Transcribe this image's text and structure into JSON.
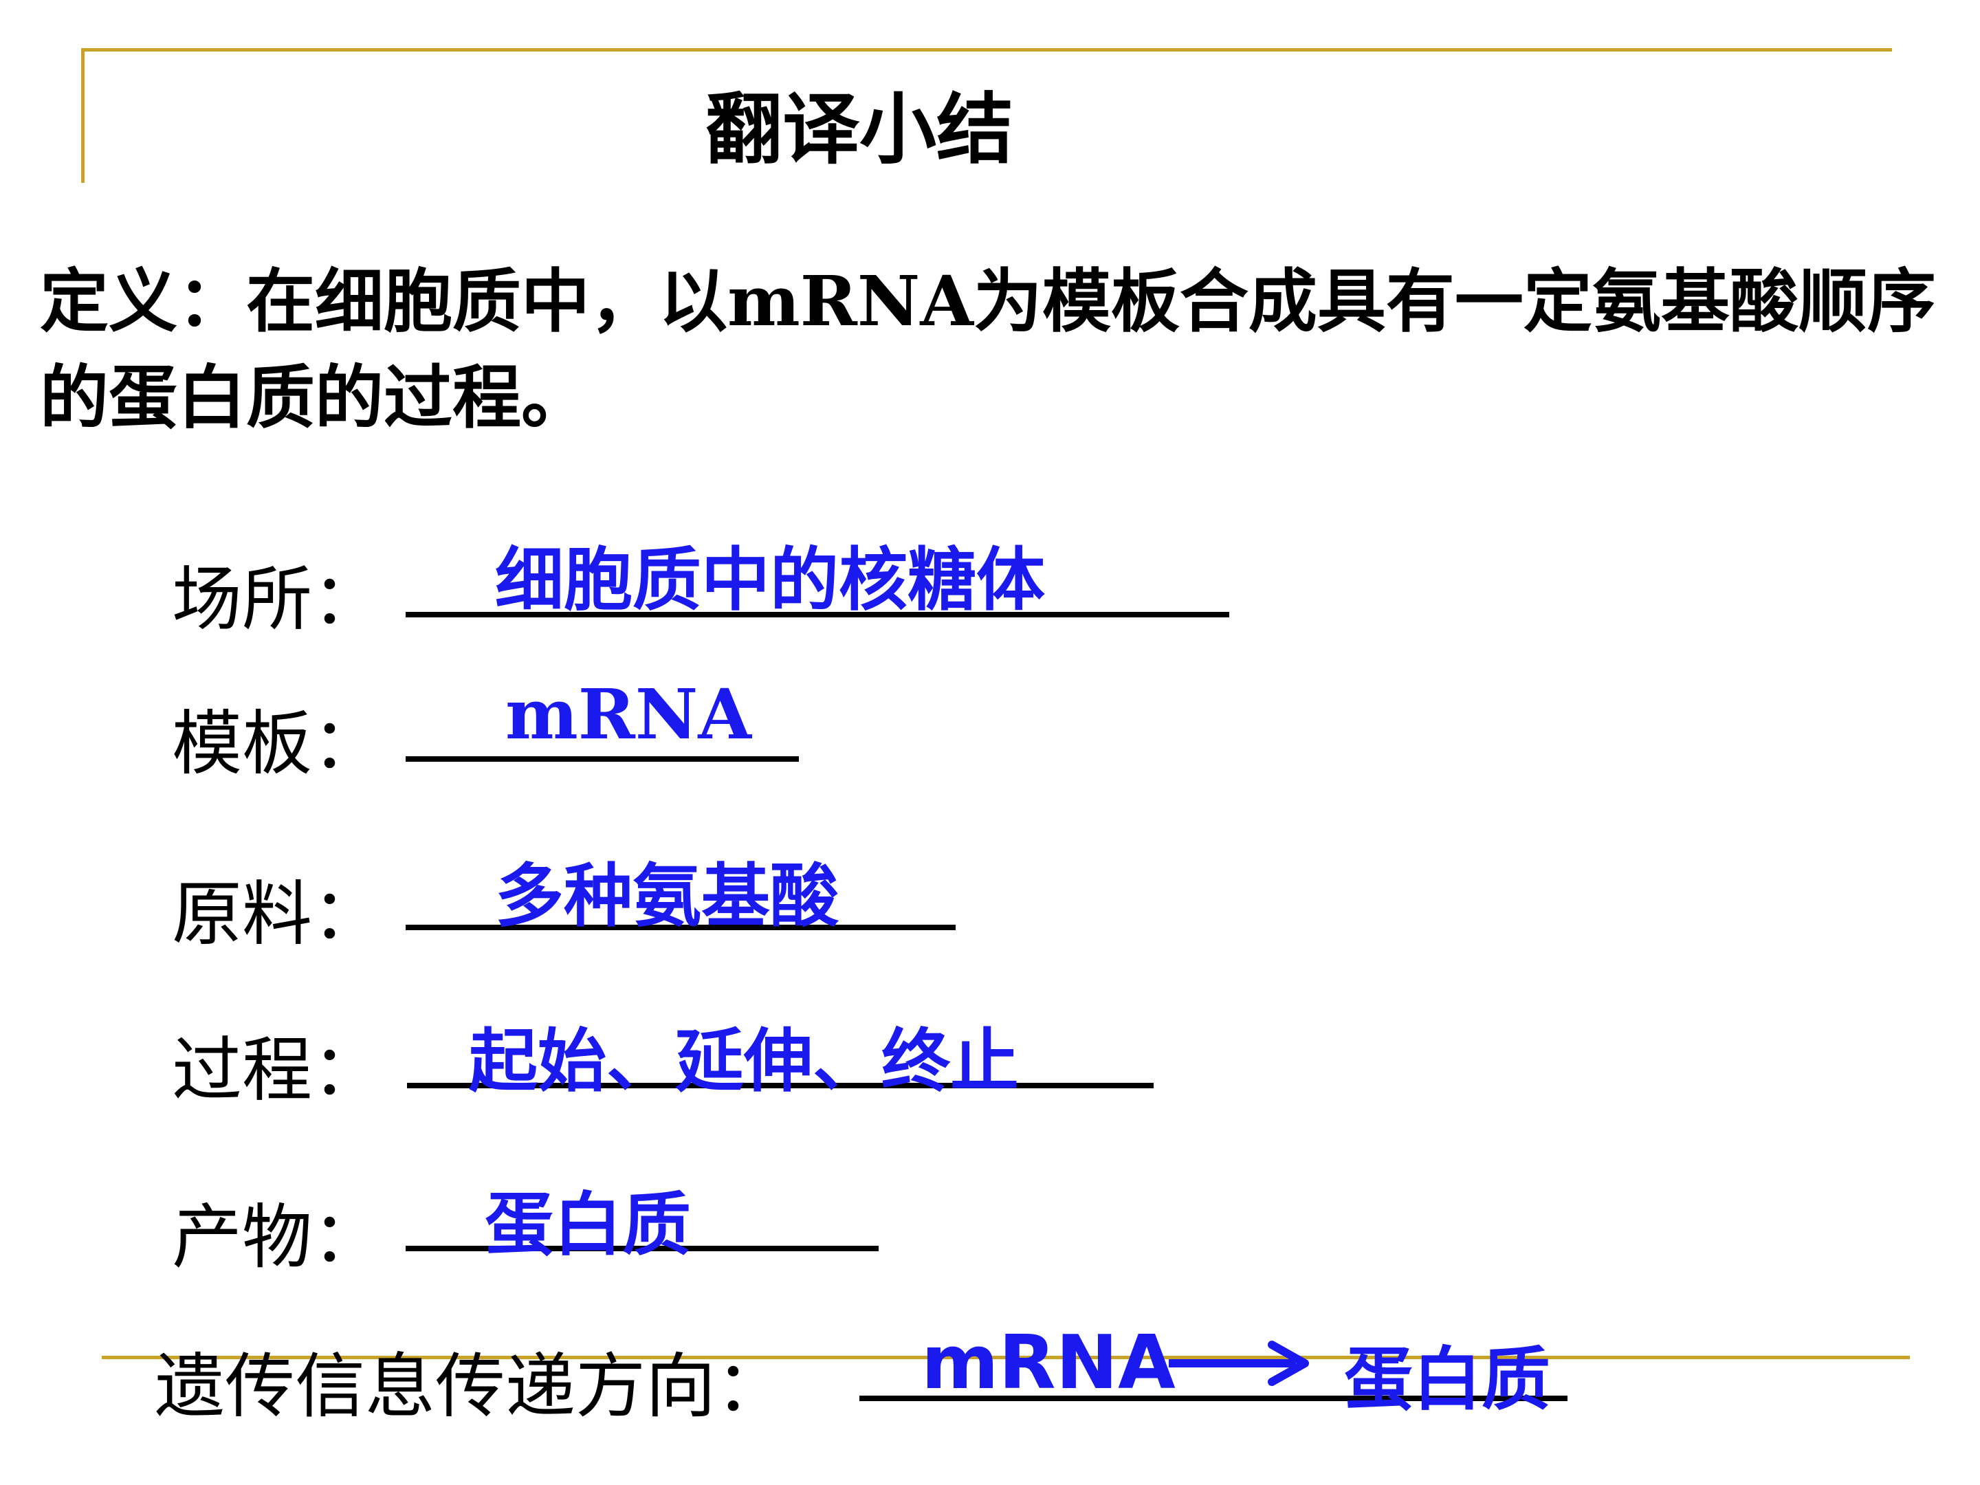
{
  "title": "翻译小结",
  "definition": "定义：在细胞质中，以mRNA为模板合成具有一定氨基酸顺序的蛋白质的过程。",
  "fields": [
    {
      "label": "场所：",
      "answer": "细胞质中的核糖体"
    },
    {
      "label": "模板：",
      "answer": "mRNA"
    },
    {
      "label": "原料：",
      "answer": "多种氨基酸"
    },
    {
      "label": "过程：",
      "answer": "起始、延伸、终止"
    },
    {
      "label": "产物：",
      "answer": "蛋白质"
    }
  ],
  "flow": {
    "label": "遗传信息传递方向：",
    "from": "mRNA",
    "to": "蛋白质"
  },
  "colors": {
    "accent_rule": "#c9a227",
    "answer_text": "#1a1aee",
    "body_text": "#000000"
  },
  "icons": {
    "flow_arrow": "right-arrow-icon"
  }
}
